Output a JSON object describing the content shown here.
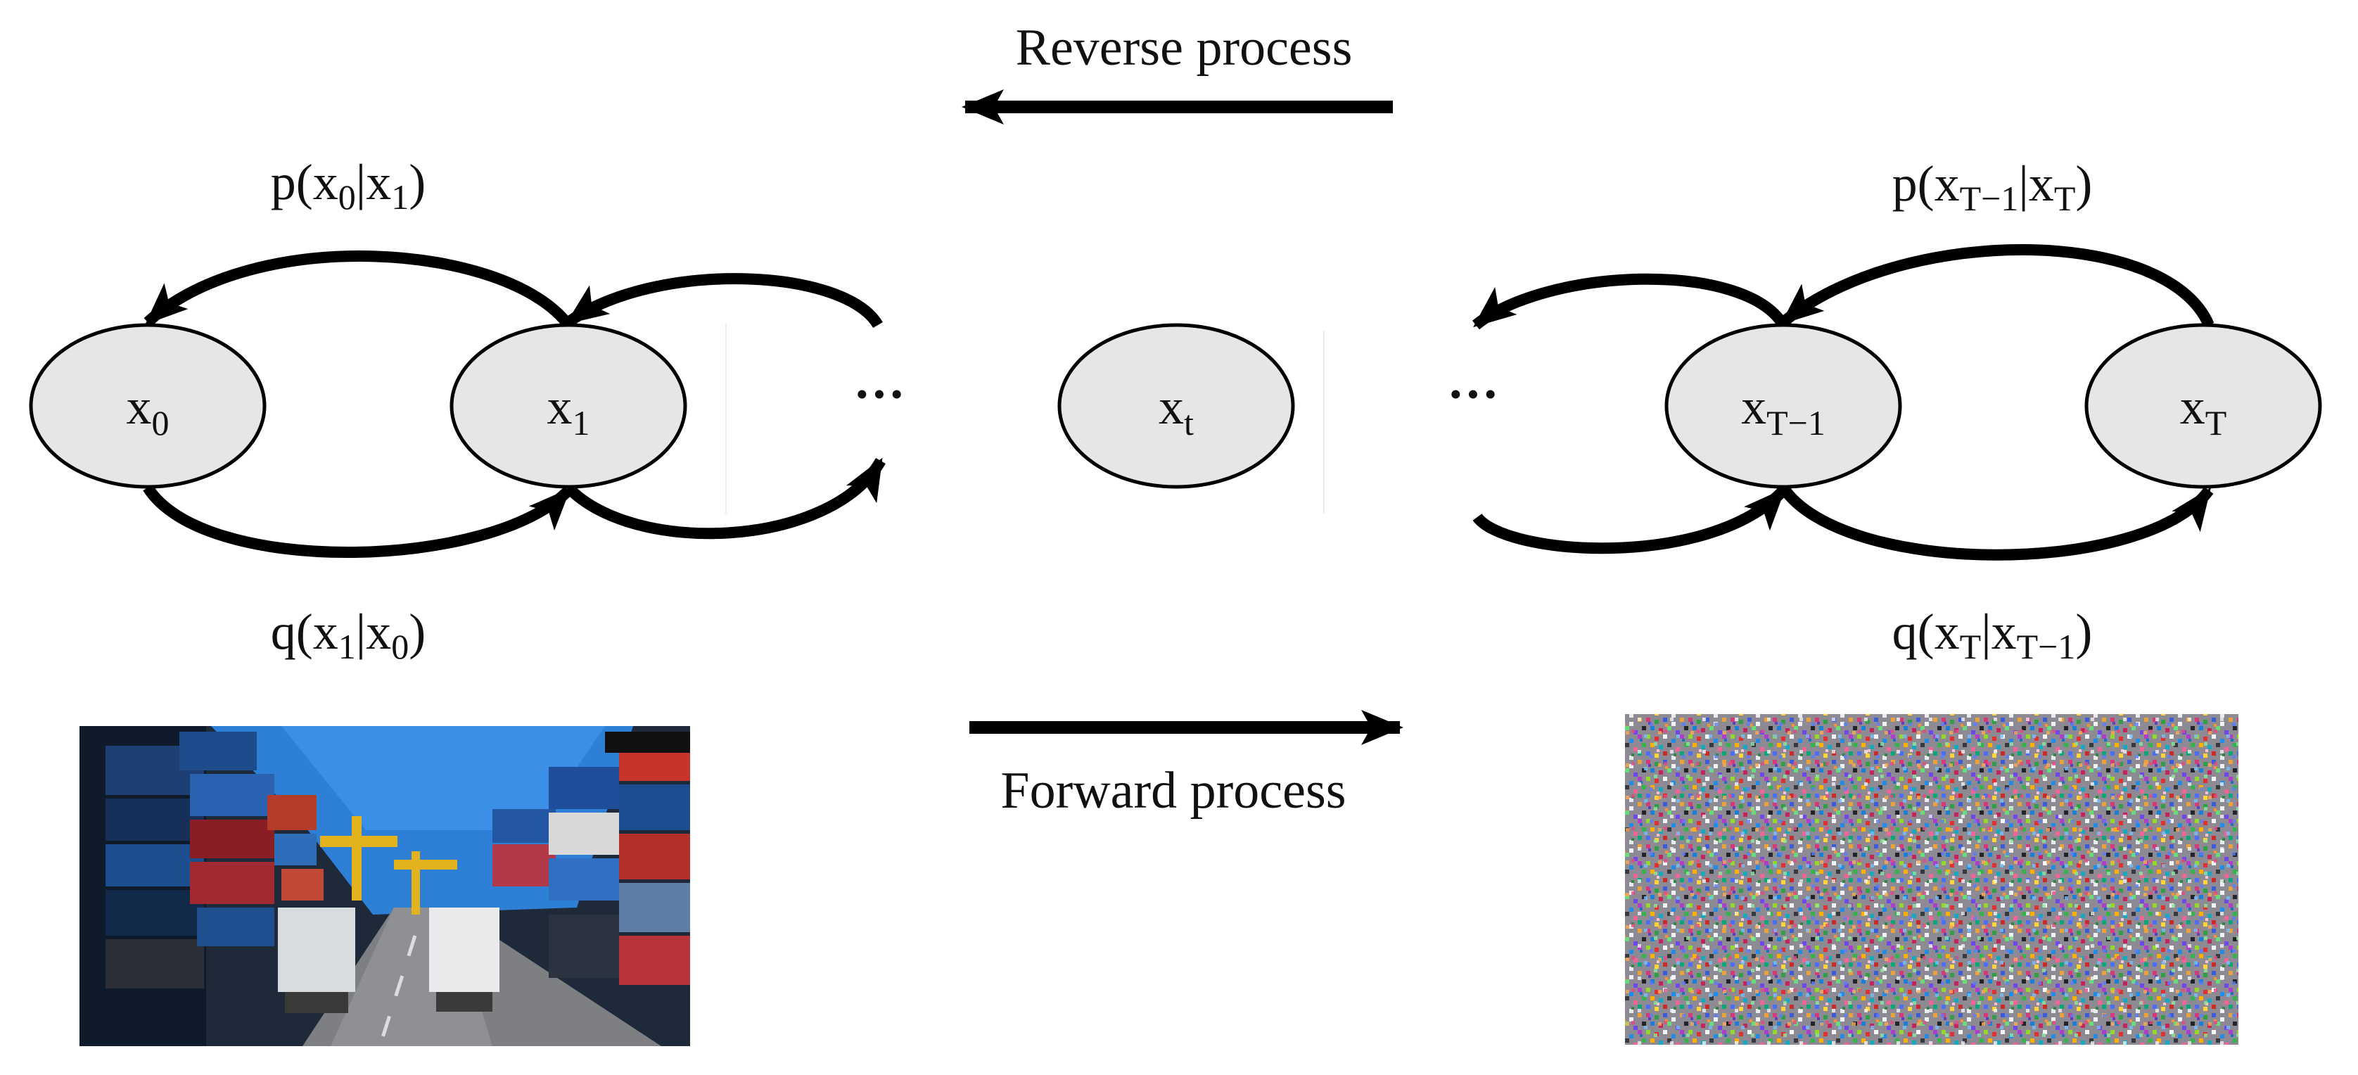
{
  "colors": {
    "node_fill": "#e6e6e6",
    "stroke": "#000000",
    "text": "#111111"
  },
  "headers": {
    "reverse": "Reverse process",
    "forward": "Forward process"
  },
  "nodes": {
    "x0": {
      "main": "x",
      "sub": "0"
    },
    "x1": {
      "main": "x",
      "sub": "1"
    },
    "xt": {
      "main": "x",
      "sub": "t"
    },
    "xT1": {
      "main": "x",
      "sub": "T−1"
    },
    "xT": {
      "main": "x",
      "sub": "T"
    }
  },
  "ellipsis_left": "···",
  "ellipsis_right": "···",
  "formulas": {
    "p_left": {
      "open": "p(x",
      "s1": "0",
      "mid": "|x",
      "s2": "1",
      "close": ")"
    },
    "q_left": {
      "open": "q(x",
      "s1": "1",
      "mid": "|x",
      "s2": "0",
      "close": ")"
    },
    "p_right": {
      "open": "p(x",
      "s1": "T−1",
      "mid": "|x",
      "s2": "T",
      "close": ")"
    },
    "q_right": {
      "open": "q(x",
      "s1": "T",
      "mid": "|x",
      "s2": "T−1",
      "close": ")"
    }
  },
  "images": {
    "left": "container-port-photo",
    "right": "gaussian-noise-image"
  }
}
